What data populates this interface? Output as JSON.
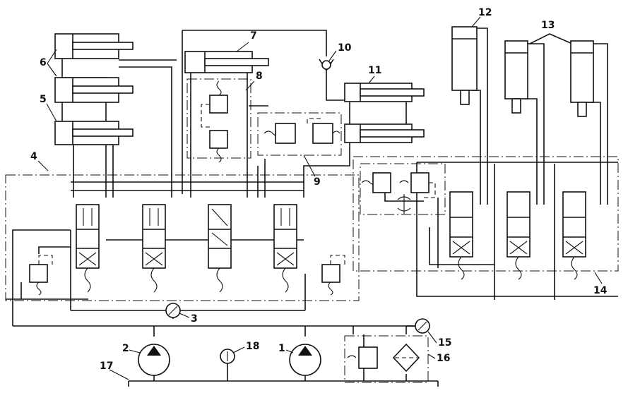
{
  "colors": {
    "line": "#111111",
    "background": "#ffffff"
  },
  "labels": {
    "l1": "1",
    "l2": "2",
    "l3": "3",
    "l4": "4",
    "l5": "5",
    "l6": "6",
    "l7": "7",
    "l8": "8",
    "l9": "9",
    "l10": "10",
    "l11": "11",
    "l12": "12",
    "l13": "13",
    "l14": "14",
    "l15": "15",
    "l16": "16",
    "l17": "17",
    "l18": "18"
  }
}
